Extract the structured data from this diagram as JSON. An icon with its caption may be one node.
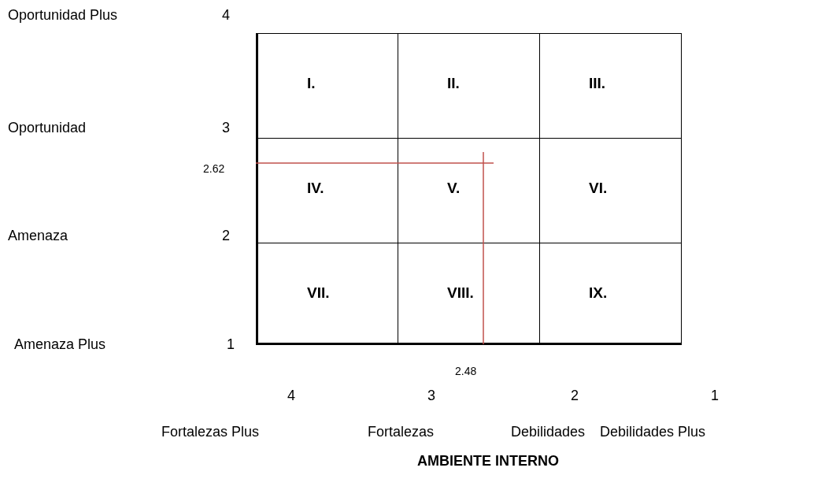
{
  "diagram": {
    "nodes": [
      {
        "text": [
          "I."
        ]
      },
      {
        "text": [
          "II."
        ]
      },
      {
        "text": [
          "III."
        ]
      },
      {
        "text": [
          "IV."
        ]
      },
      {
        "text": [
          "V."
        ]
      },
      {
        "text": [
          "VI."
        ]
      },
      {
        "text": [
          "VII."
        ]
      },
      {
        "text": [
          "VIII."
        ]
      },
      {
        "text": [
          "IX."
        ]
      }
    ],
    "labels": [
      "Oportunidad Plus",
      "4",
      "Oportunidad",
      "3",
      "2.62",
      "Amenaza",
      "2",
      "Amenaza Plus",
      "1",
      "2.48",
      "4",
      "3",
      "2",
      "1",
      "Fortalezas Plus",
      "Fortalezas",
      "Debilidades",
      "Debilidades Plus",
      "AMBIENTE INTERNO"
    ]
  }
}
